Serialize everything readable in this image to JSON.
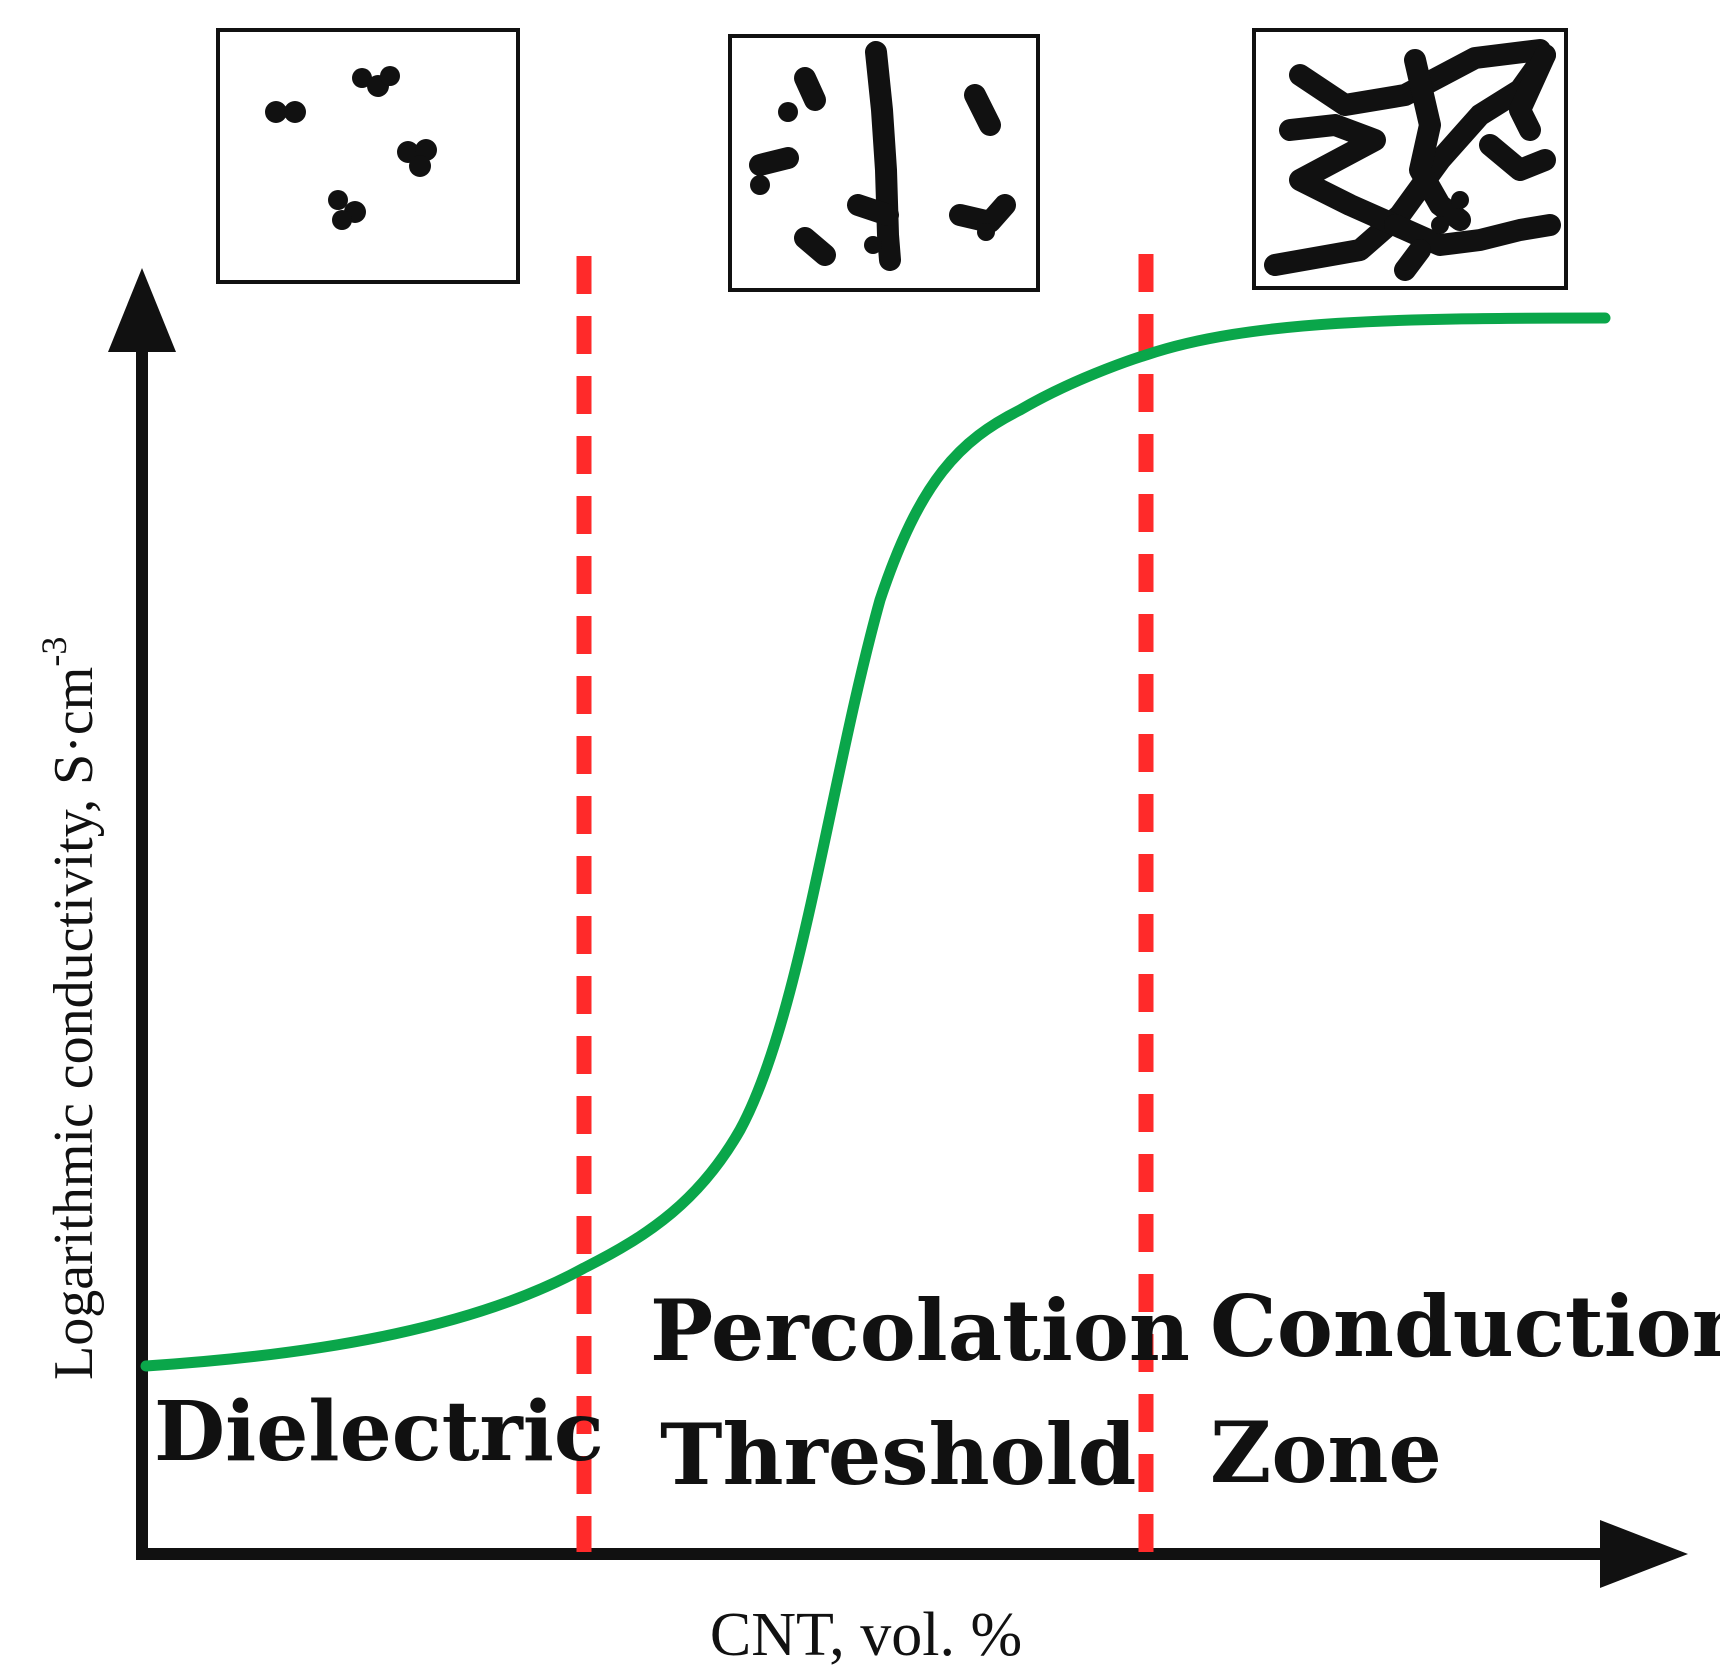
{
  "axes": {
    "x_label": "CNT, vol. %",
    "y_label_main": "Logarithmic conductivity, S·cm",
    "y_label_unit_sup": "-3"
  },
  "zones": {
    "dielectric": "Dielectric",
    "percolation_line1": "Percolation",
    "percolation_line2": "Threshold",
    "conduction_line1": "Conduction",
    "conduction_line2": "Zone"
  },
  "colors": {
    "curve": "#0aa64a",
    "threshold_lines": "#ff2a2a",
    "axes": "#111111",
    "particles": "#111111"
  },
  "icons": [
    "dispersed-cnt-icon",
    "partial-network-icon",
    "full-network-icon"
  ]
}
